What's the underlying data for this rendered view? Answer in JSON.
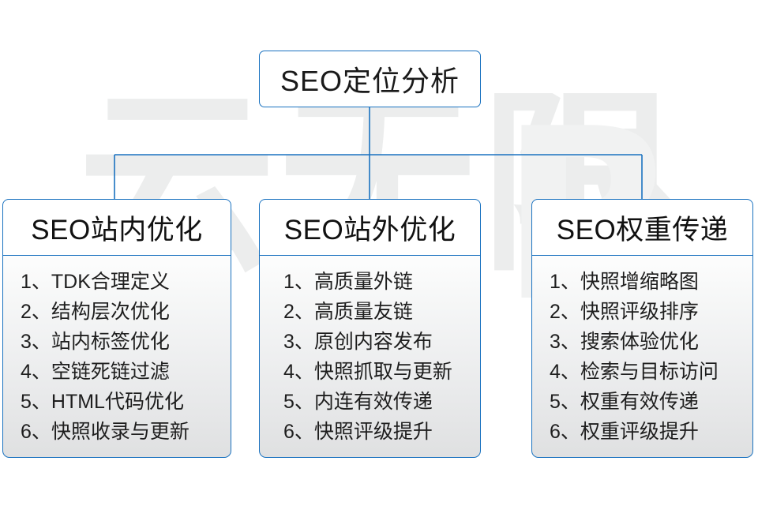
{
  "diagram": {
    "root": {
      "title": "SEO定位分析"
    },
    "columns": [
      {
        "id": "onsite",
        "header": "SEO站内优化",
        "items": [
          {
            "num": "1、",
            "text": "TDK合理定义"
          },
          {
            "num": "2、",
            "text": "结构层次优化"
          },
          {
            "num": "3、",
            "text": "站内标签优化"
          },
          {
            "num": "4、",
            "text": "空链死链过滤"
          },
          {
            "num": "5、",
            "text": "HTML代码优化"
          },
          {
            "num": "6、",
            "text": "快照收录与更新"
          }
        ]
      },
      {
        "id": "offsite",
        "header": "SEO站外优化",
        "items": [
          {
            "num": "1、",
            "text": "高质量外链"
          },
          {
            "num": "2、",
            "text": "高质量友链"
          },
          {
            "num": "3、",
            "text": "原创内容发布"
          },
          {
            "num": "4、",
            "text": "快照抓取与更新"
          },
          {
            "num": "5、",
            "text": "内连有效传递"
          },
          {
            "num": "6、",
            "text": "快照评级提升"
          }
        ]
      },
      {
        "id": "weight",
        "header": "SEO权重传递",
        "items": [
          {
            "num": "1、",
            "text": "快照增缩略图"
          },
          {
            "num": "2、",
            "text": "快照评级排序"
          },
          {
            "num": "3、",
            "text": "搜索体验优化"
          },
          {
            "num": "4、",
            "text": "检索与目标访问"
          },
          {
            "num": "5、",
            "text": "权重有效传递"
          },
          {
            "num": "6、",
            "text": "权重评级提升"
          }
        ]
      }
    ],
    "watermark": {
      "text": "云无限",
      "mark": "R"
    },
    "colors": {
      "border": "#1a72c0",
      "connector": "#1a72c0",
      "text": "#1a1a1a",
      "body_top": "#fdfdfd",
      "body_bottom": "#dfe0e1",
      "watermark": "#eceded",
      "background": "#ffffff"
    }
  }
}
